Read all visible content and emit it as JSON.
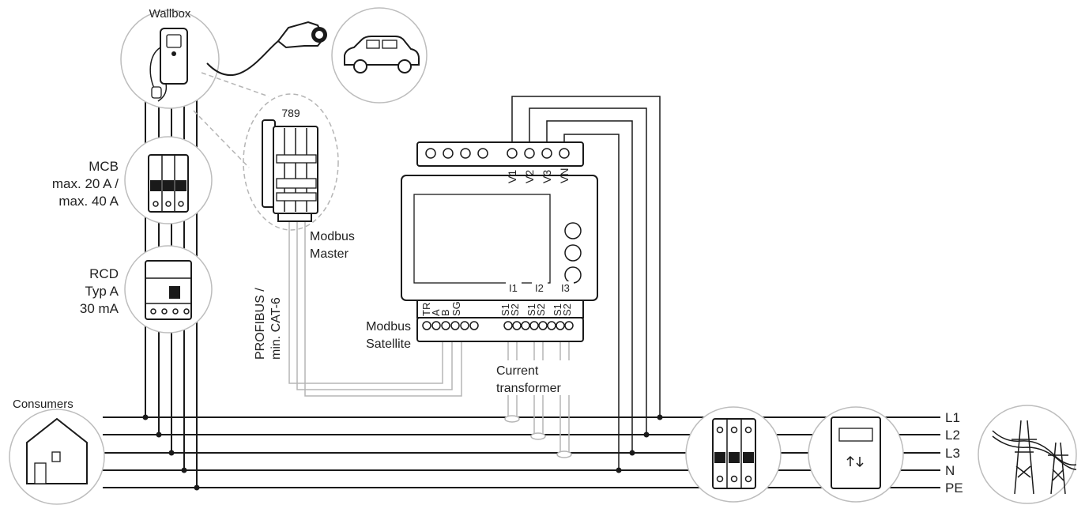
{
  "labels": {
    "wallbox": "Wallbox",
    "mcb_line1": "MCB",
    "mcb_line2": "max. 20 A /",
    "mcb_line3": "max. 40 A",
    "rcd_line1": "RCD",
    "rcd_line2": "Typ A",
    "rcd_line3": "30 mA",
    "master_id": "789",
    "master_line1": "Modbus",
    "master_line2": "Master",
    "cable_line1": "PROFIBUS /",
    "cable_line2": "min. CAT-6",
    "satellite_line1": "Modbus",
    "satellite_line2": "Satellite",
    "ct_line1": "Current",
    "ct_line2": "transformer",
    "consumers": "Consumers"
  },
  "terminals": {
    "voltage": [
      "V1",
      "V2",
      "V3",
      "VN"
    ],
    "bus": [
      "TR",
      "A",
      "B",
      "SG"
    ],
    "current": [
      "S1",
      "S2",
      "S1",
      "S2",
      "S1",
      "S2"
    ],
    "ct_groups": [
      "I1",
      "I2",
      "I3"
    ]
  },
  "lines": [
    "L1",
    "L2",
    "L3",
    "N",
    "PE"
  ]
}
